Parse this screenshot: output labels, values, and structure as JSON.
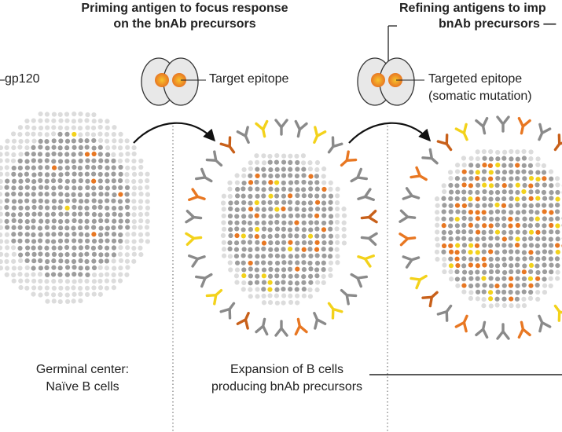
{
  "stage_headings": {
    "priming_line1": "Priming antigen to focus response",
    "priming_line2": "on the bnAb precursors",
    "refining_line1": "Refining antigens to imp",
    "refining_line2": "bnAb precursors —"
  },
  "labels": {
    "gp120": "gp120",
    "target_epitope": "Target epitope",
    "targeted_epitope_line1": "Targeted epitope",
    "targeted_epitope_line2": "(somatic mutation)"
  },
  "captions": {
    "germinal_line1": "Germinal center:",
    "germinal_line2": "Naïve B cells",
    "expansion_line1": "Expansion of B cells",
    "expansion_line2": "producing bnAb precursors"
  },
  "colors": {
    "orange": "#e87722",
    "dark_orange": "#c8601a",
    "yellow": "#f3d21b",
    "gray": "#9d9d9d",
    "light_gray": "#dcdcdc",
    "antibody_gray": "#8a8a8a"
  }
}
